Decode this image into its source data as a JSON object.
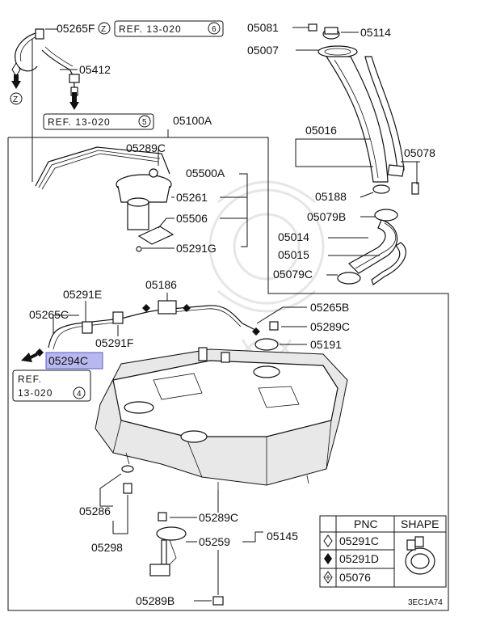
{
  "diagram": {
    "code": "3EC1A74",
    "highlighted_part": "05294C",
    "labels": {
      "p05265F": "05265F",
      "p05412": "05412",
      "p05100A": "05100A",
      "p05289C_top": "05289C",
      "p05500A": "05500A",
      "p05261": "05261",
      "p05506": "05506",
      "p05291G": "05291G",
      "p05081": "05081",
      "p05114": "05114",
      "p05007": "05007",
      "p05016": "05016",
      "p05078": "05078",
      "p05188": "05188",
      "p05079B": "05079B",
      "p05014": "05014",
      "p05015": "05015",
      "p05079C": "05079C",
      "p05291E": "05291E",
      "p05186": "05186",
      "p05265C": "05265C",
      "p05265B": "05265B",
      "p05289C_mid": "05289C",
      "p05291F": "05291F",
      "p05191": "05191",
      "p05294C": "05294C",
      "p05286": "05286",
      "p05298": "05298",
      "p05289C_low": "05289C",
      "p05145": "05145",
      "p05259": "05259",
      "p05289B": "05289B"
    },
    "refs": {
      "ref6_text": "REF. 13-020",
      "ref6_num": "6",
      "ref5_text": "REF. 13-020",
      "ref5_num": "5",
      "ref4_line1": "REF.",
      "ref4_line2": "13-020",
      "ref4_num": "4",
      "z_mark": "Z"
    },
    "legend": {
      "header_pnc": "PNC",
      "header_shape": "SHAPE",
      "rows": [
        "05291C",
        "05291D",
        "05076"
      ]
    }
  }
}
